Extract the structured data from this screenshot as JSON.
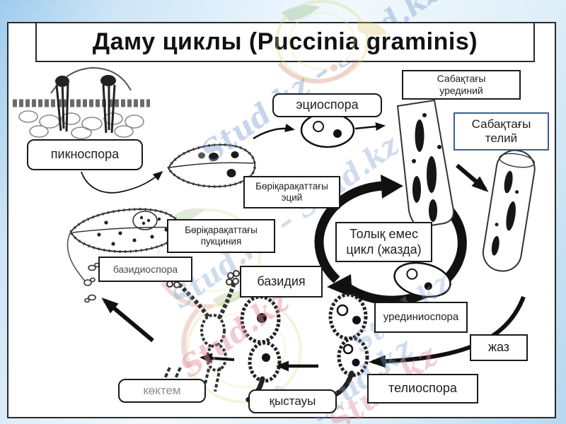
{
  "title": "Даму циклы (Puccinia graminis)",
  "watermark": {
    "short": "Stud.kz",
    "pair": "Stud.kz – Stud.kz"
  },
  "colors": {
    "background_blue": "#9fccec",
    "frame_border": "#2a2a2a",
    "telium_label_border_blue": "#3c5d96",
    "muted_label_text": "#8e8e8e",
    "watermark_blue": "#7da0d2",
    "watermark_pink": "#e18ca0",
    "diagram_ink": "#111111"
  },
  "labels": [
    {
      "id": "eciospora",
      "text": "эциоспора"
    },
    {
      "id": "stem-uredinium",
      "text": "Сабақтағы\nурединий"
    },
    {
      "id": "stem-telium",
      "text": "Сабақтағы\nтелий"
    },
    {
      "id": "picnospora",
      "text": "пикноспора"
    },
    {
      "id": "barberry-aecium",
      "text": "Бөріқарақаттағы\nэций"
    },
    {
      "id": "barberry-puccinia",
      "text": "Бөріқарақаттағы\nпукциния"
    },
    {
      "id": "basidiospora",
      "text": "базидиоспора"
    },
    {
      "id": "incomplete-cycle",
      "text": "Толық емес\nцикл (жазда)"
    },
    {
      "id": "basidia",
      "text": "базидия"
    },
    {
      "id": "urediniospora",
      "text": "урединиоспора"
    },
    {
      "id": "zhaz",
      "text": "жаз"
    },
    {
      "id": "teliospora",
      "text": "телиоспора"
    },
    {
      "id": "qystauy",
      "text": "қыстауы"
    },
    {
      "id": "koktem",
      "text": "көктем"
    }
  ]
}
